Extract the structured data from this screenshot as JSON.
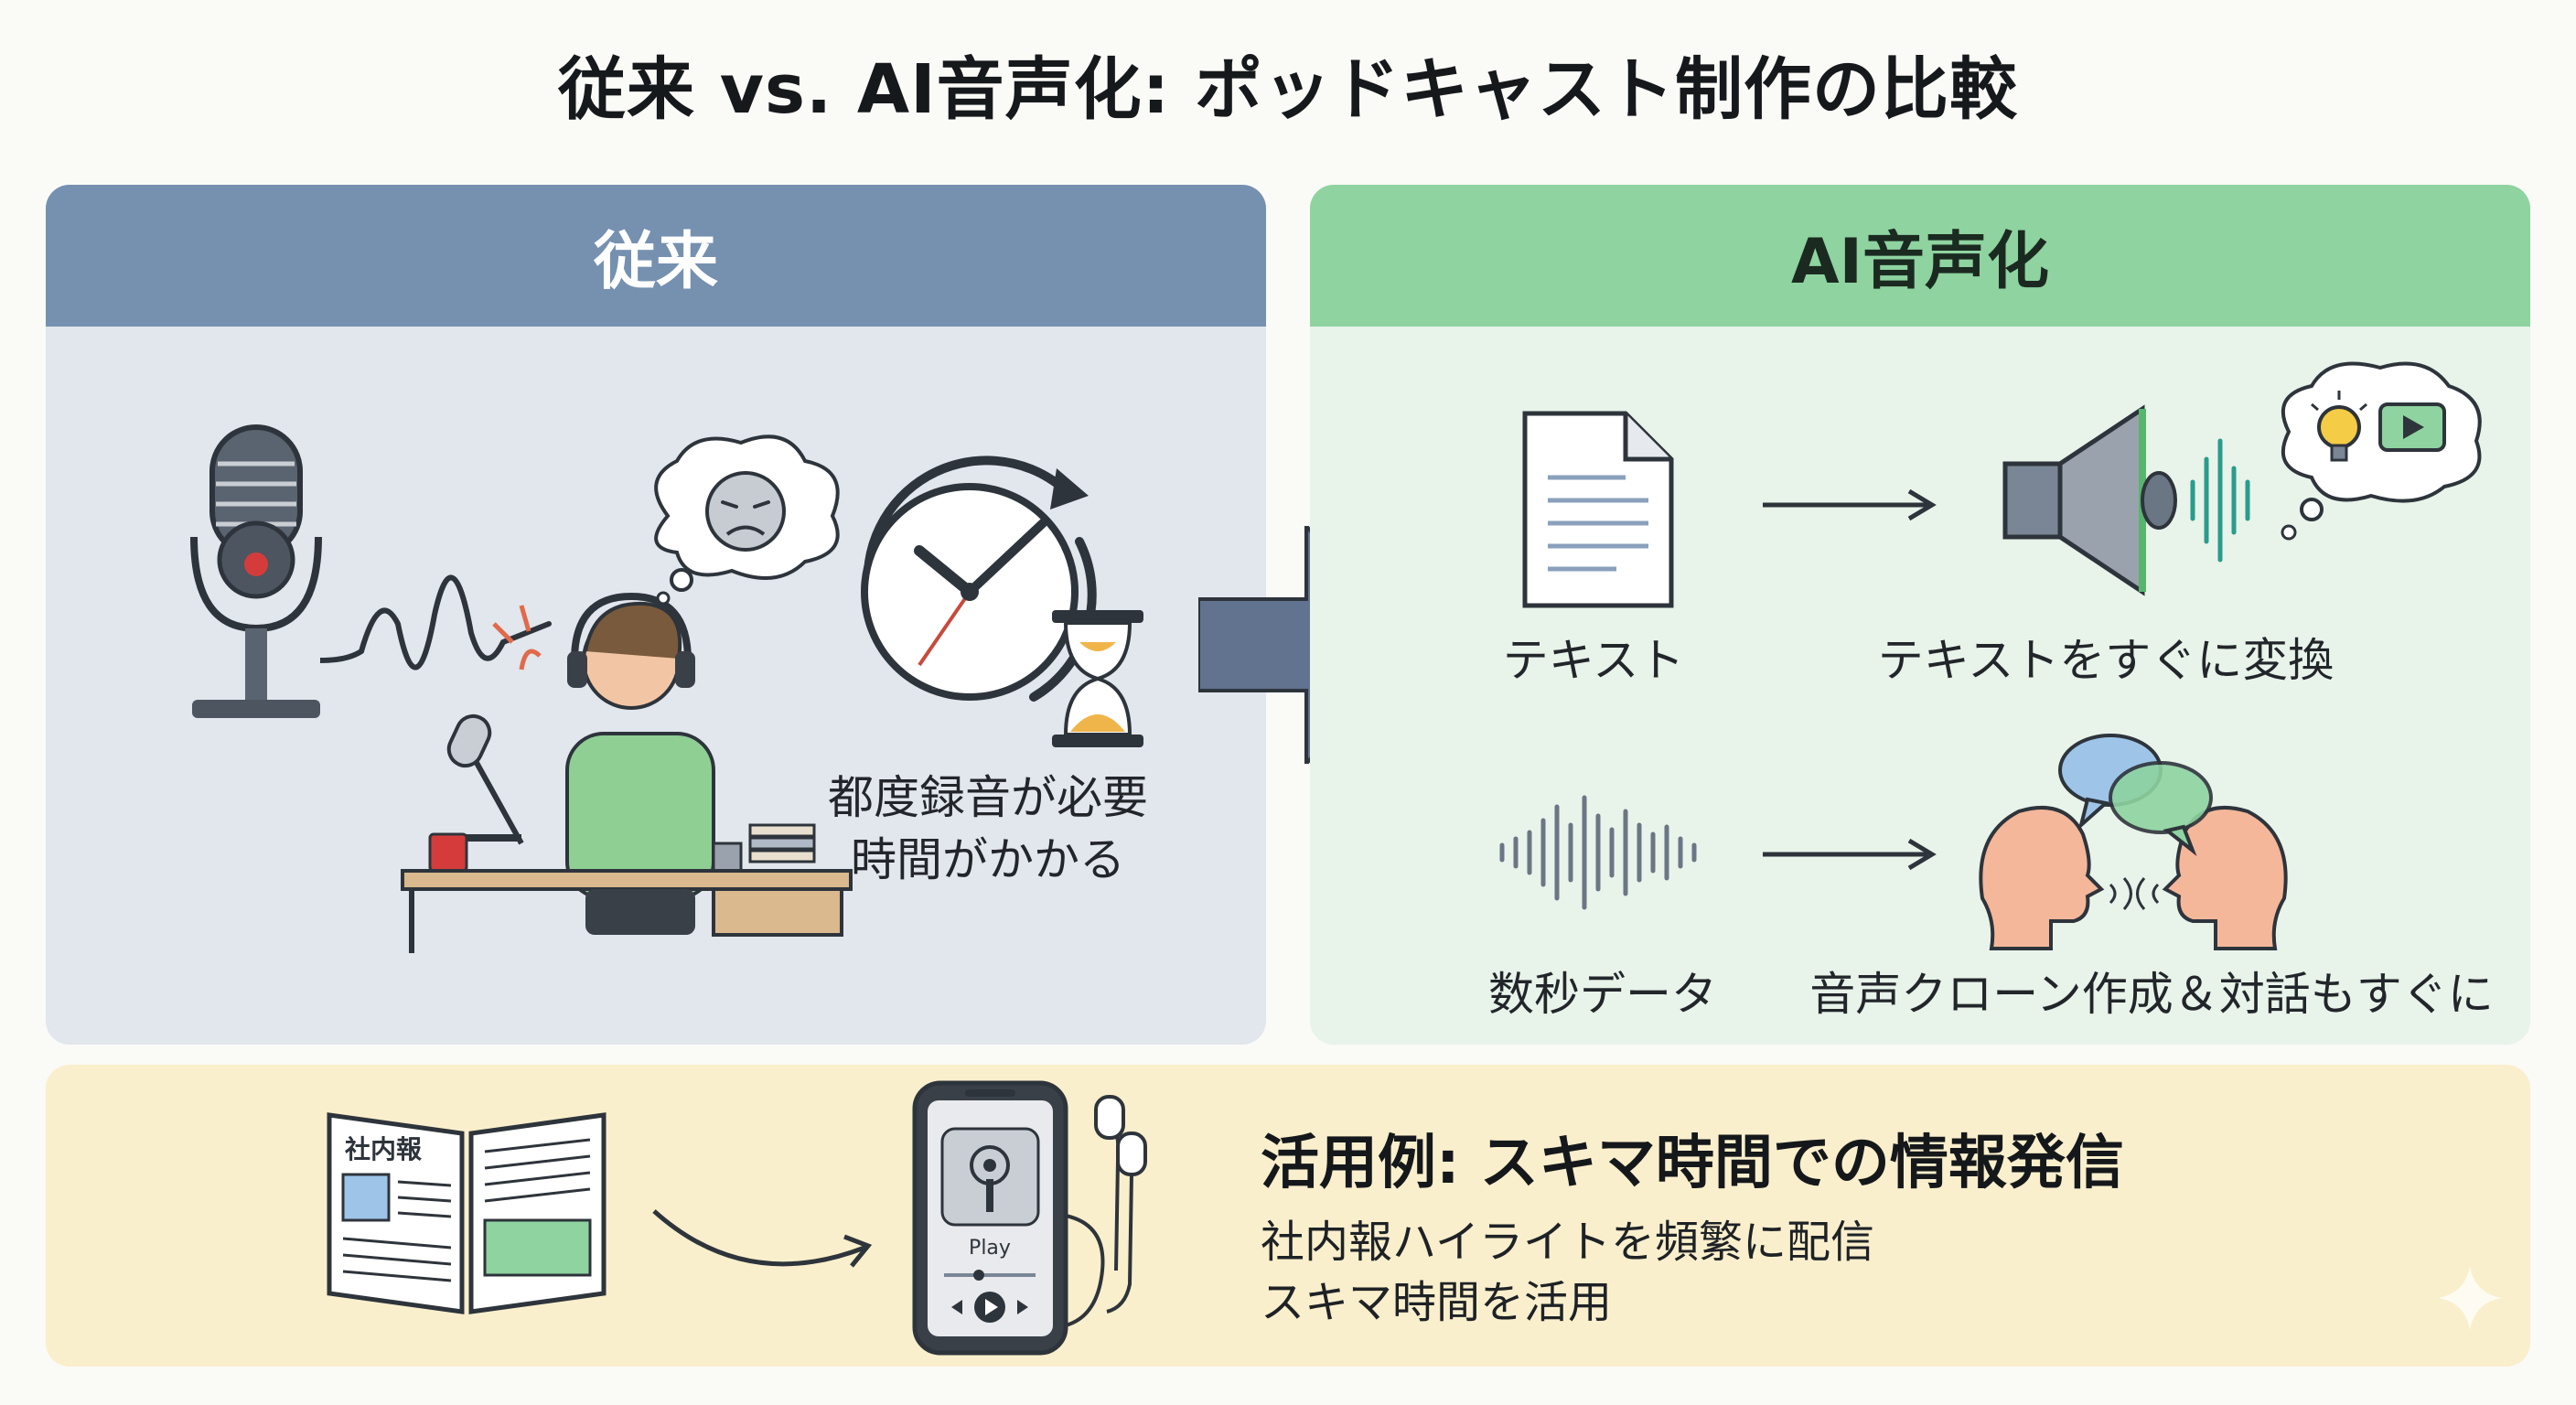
{
  "title": "従来 vs. AI音声化: ポッドキャスト制作の比較",
  "left_panel": {
    "header": "従来",
    "caption_line1": "都度録音が必要",
    "caption_line2": "時間がかかる"
  },
  "right_panel": {
    "header": "AI音声化",
    "row1": {
      "source_label": "テキスト",
      "result_label": "テキストをすぐに変換"
    },
    "row2": {
      "source_label": "数秒データ",
      "result_label": "音声クローン作成＆対話もすぐに"
    }
  },
  "bottom_panel": {
    "newsletter_label": "社内報",
    "phone_play_label": "Play",
    "title": "活用例: スキマ時間での情報発信",
    "line1": "社内報ハイライトを頻繁に配信",
    "line2": "スキマ時間を活用"
  },
  "colors": {
    "left_header": "#7690b0",
    "left_body": "#e2e6ed",
    "right_header": "#8ed3a0",
    "right_body": "#e8f3ea",
    "bottom_body": "#faefcc",
    "arrow": "#61738f"
  }
}
